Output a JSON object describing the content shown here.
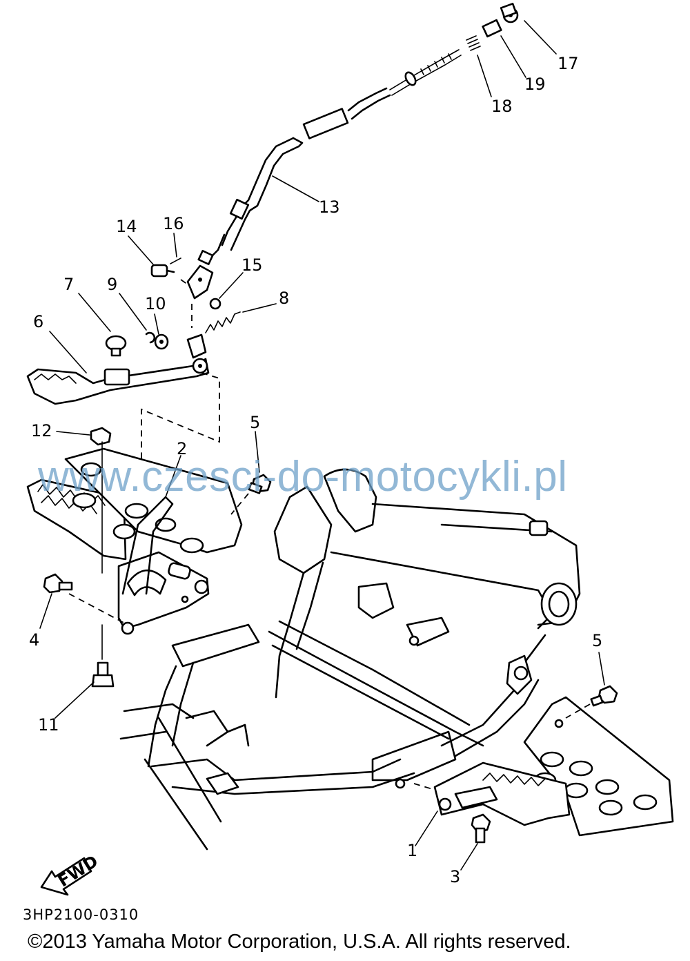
{
  "callouts": [
    {
      "id": "1",
      "label": "1"
    },
    {
      "id": "2",
      "label": "2"
    },
    {
      "id": "3",
      "label": "3"
    },
    {
      "id": "4",
      "label": "4"
    },
    {
      "id": "5a",
      "label": "5"
    },
    {
      "id": "5b",
      "label": "5"
    },
    {
      "id": "6",
      "label": "6"
    },
    {
      "id": "7",
      "label": "7"
    },
    {
      "id": "8",
      "label": "8"
    },
    {
      "id": "9",
      "label": "9"
    },
    {
      "id": "10",
      "label": "10"
    },
    {
      "id": "11",
      "label": "11"
    },
    {
      "id": "12",
      "label": "12"
    },
    {
      "id": "13",
      "label": "13"
    },
    {
      "id": "14",
      "label": "14"
    },
    {
      "id": "15",
      "label": "15"
    },
    {
      "id": "16",
      "label": "16"
    },
    {
      "id": "17",
      "label": "17"
    },
    {
      "id": "18",
      "label": "18"
    },
    {
      "id": "19",
      "label": "19"
    }
  ],
  "fwd_label": "FWD",
  "watermark": "www.czesci-do-motocykli.pl",
  "drawing_code": "3HP2100-0310",
  "copyright": "©2013 Yamaha Motor Corporation, U.S.A. All rights reserved."
}
